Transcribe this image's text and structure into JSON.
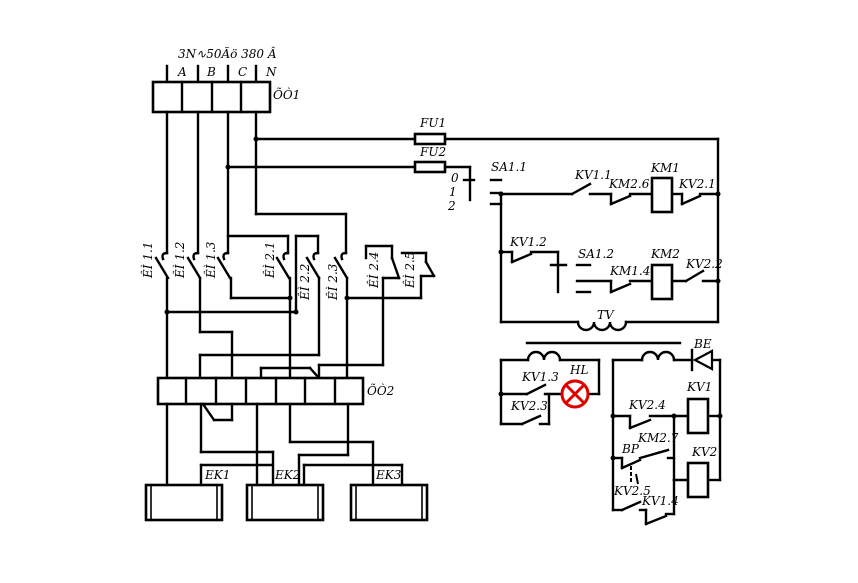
{
  "supply": {
    "label": "3N∿50Ãö 380 Â",
    "phases": [
      "A",
      "B",
      "C",
      "N"
    ]
  },
  "terminals": {
    "xt1": "ÕÒ1",
    "xt2": "ÕÒ2"
  },
  "fuses": [
    "FU1",
    "FU2"
  ],
  "selector": {
    "name": "SA1.1",
    "positions": [
      "0",
      "1",
      "2"
    ],
    "second": "SA1.2"
  },
  "contacts": {
    "kv11": "KV1.1",
    "km26": "KM2.6",
    "kv21": "KV2.1",
    "kv12": "KV1.2",
    "km14": "KM1.4",
    "kv22": "KV2.2",
    "kv13": "KV1.3",
    "kv23": "KV2.3",
    "kv24": "KV2.4",
    "km27": "KM2.7",
    "kv25": "KV2.5",
    "kv14": "KV1.4"
  },
  "coils": {
    "km1": "KM1",
    "km2": "KM2",
    "kv1": "KV1",
    "kv2": "KV2"
  },
  "transformer": "TV",
  "lamp": "HL",
  "diode": "BE",
  "sensor": "BP",
  "main_contacts": [
    "ÊÌ 1.1",
    "ÊÌ 1.2",
    "ÊÌ 1.3",
    "ÊÌ 2.1",
    "ÊÌ 2.2",
    "ÊÌ 2.3",
    "ÊÌ 2.4",
    "ÊÌ 2.5"
  ],
  "heaters": [
    "EK1",
    "EK2",
    "EK3"
  ]
}
